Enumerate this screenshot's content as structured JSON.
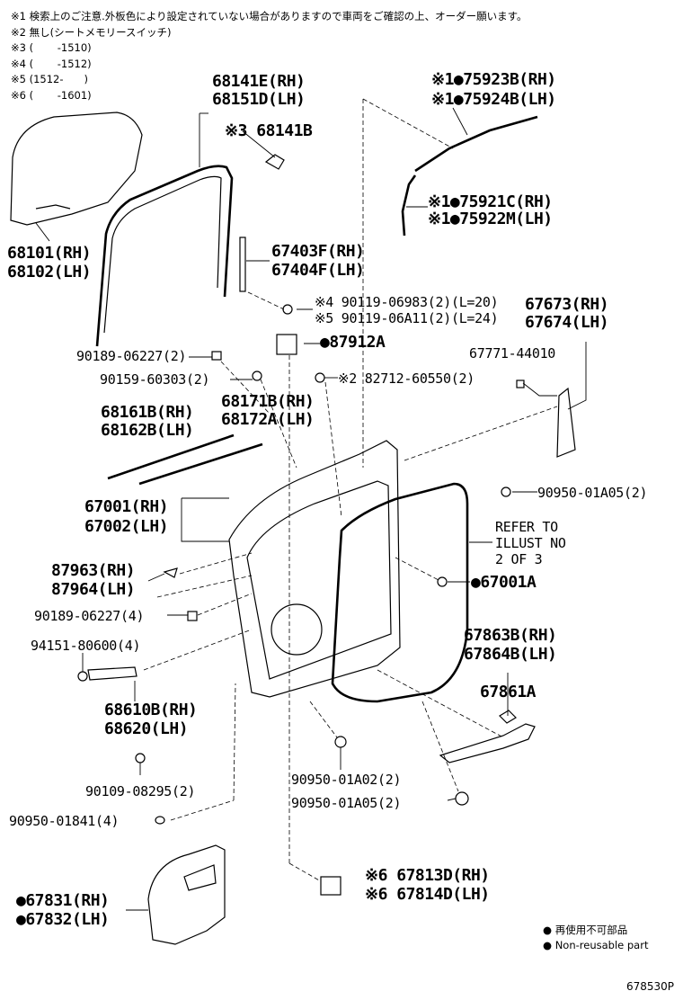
{
  "notes": [
    "※1 検索上のご注意.外板色により設定されていない場合がありますので車両をご確認の上、オーダー願います。",
    "※2 無し(シートメモリースイッチ)",
    "※3 (　　 -1510)",
    "※4 (　　 -1512)",
    "※5 (1512-　　)",
    "※6 (　　 -1601)"
  ],
  "labels": {
    "p68141E": "68141E(RH)",
    "p68151D": "68151D(LH)",
    "p68141B": "※3 68141B",
    "p75923B": "※1●75923B(RH)",
    "p75924B": "※1●75924B(LH)",
    "p75921C": "※1●75921C(RH)",
    "p75922M": "※1●75922M(LH)",
    "p68101": "68101(RH)",
    "p68102": "68102(LH)",
    "p67403F": "67403F(RH)",
    "p67404F": "67404F(LH)",
    "p90119a": "※4 90119-06983(2)(L=20)",
    "p90119b": "※5 90119-06A11(2)(L=24)",
    "p67673": "67673(RH)",
    "p67674": "67674(LH)",
    "p67771": "67771-44010",
    "p87912A": "●87912A",
    "p90189a": "90189-06227(2)",
    "p90159": "90159-60303(2)",
    "p82712": "※2 82712-60550(2)",
    "p68171B": "68171B(RH)",
    "p68172A": "68172A(LH)",
    "p68161B": "68161B(RH)",
    "p68162B": "68162B(LH)",
    "p90950a": "90950-01A05(2)",
    "p67001": "67001(RH)",
    "p67002": "67002(LH)",
    "refer": "REFER TO\nILLUST NO\n2 OF 3",
    "p87963": "87963(RH)",
    "p87964": "87964(LH)",
    "p67001A": "●67001A",
    "p90189b": "90189-06227(4)",
    "p94151": "94151-80600(4)",
    "p67863B": "67863B(RH)",
    "p67864B": "67864B(LH)",
    "p67861A": "67861A",
    "p68610B": "68610B(RH)",
    "p68620": "68620(LH)",
    "p90109": "90109-08295(2)",
    "p90950b": "90950-01A02(2)",
    "p90950c": "90950-01A05(2)",
    "p90950d": "90950-01841(4)",
    "p67813D": "※6 67813D(RH)",
    "p67814D": "※6 67814D(LH)",
    "p67831": "●67831(RH)",
    "p67832": "●67832(LH)"
  },
  "legend": {
    "jp": "● 再使用不可部品",
    "en": "● Non-reusable part"
  },
  "diagram_code": "678530P"
}
